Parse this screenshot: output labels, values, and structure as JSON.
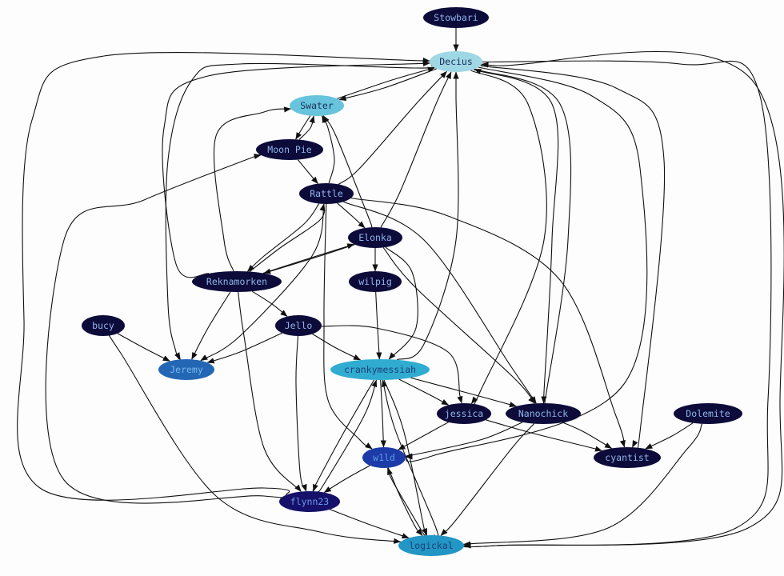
{
  "graph": {
    "nodes": [
      {
        "id": "stowbari",
        "label": "Stowbari",
        "fill": "#0d0b3a",
        "text": "#8fb6e8"
      },
      {
        "id": "decius",
        "label": "Decius",
        "fill": "#9fd7e4",
        "text": "#1a2f5a"
      },
      {
        "id": "swater",
        "label": "Swater",
        "fill": "#67c4dc",
        "text": "#1a2f5a"
      },
      {
        "id": "moonpie",
        "label": "Moon Pie",
        "fill": "#0d0b3a",
        "text": "#8fb6e8"
      },
      {
        "id": "rattle",
        "label": "Rattle",
        "fill": "#0d0b3a",
        "text": "#8fb6e8"
      },
      {
        "id": "elonka",
        "label": "Elonka",
        "fill": "#0d0b3a",
        "text": "#8fb6e8"
      },
      {
        "id": "reknamorken",
        "label": "Reknamorken",
        "fill": "#0d0b3a",
        "text": "#8fb6e8"
      },
      {
        "id": "wilpig",
        "label": "wilpig",
        "fill": "#0d0b3a",
        "text": "#8fb6e8"
      },
      {
        "id": "bucy",
        "label": "bucy",
        "fill": "#0d0b3a",
        "text": "#8fb6e8"
      },
      {
        "id": "jello",
        "label": "Jello",
        "fill": "#0d0b3a",
        "text": "#8fb6e8"
      },
      {
        "id": "jeremy",
        "label": "Jeremy",
        "fill": "#2266b4",
        "text": "#7ab8f0"
      },
      {
        "id": "crankymessiah",
        "label": "crankymessiah",
        "fill": "#30acd0",
        "text": "#1a3f7a"
      },
      {
        "id": "jessica",
        "label": "jessica",
        "fill": "#0d0b3a",
        "text": "#8fb6e8"
      },
      {
        "id": "nanochick",
        "label": "Nanochick",
        "fill": "#0d0b3a",
        "text": "#8fb6e8"
      },
      {
        "id": "dolemite",
        "label": "Dolemite",
        "fill": "#0d0b3a",
        "text": "#8fb6e8"
      },
      {
        "id": "wild",
        "label": "w1ld",
        "fill": "#1c3aa8",
        "text": "#5f9ae8"
      },
      {
        "id": "cyantist",
        "label": "cyantist",
        "fill": "#0d0b3a",
        "text": "#8fb6e8"
      },
      {
        "id": "flynn23",
        "label": "flynn23",
        "fill": "#15106a",
        "text": "#6f98e8"
      },
      {
        "id": "logickal",
        "label": "logickal",
        "fill": "#2296c4",
        "text": "#1a3f7a"
      }
    ],
    "edges": [
      {
        "from": "stowbari",
        "to": "decius"
      },
      {
        "from": "decius",
        "to": "swater"
      },
      {
        "from": "swater",
        "to": "decius"
      },
      {
        "from": "swater",
        "to": "moonpie"
      },
      {
        "from": "moonpie",
        "to": "swater"
      },
      {
        "from": "moonpie",
        "to": "rattle"
      },
      {
        "from": "rattle",
        "to": "swater"
      },
      {
        "from": "rattle",
        "to": "decius"
      },
      {
        "from": "rattle",
        "to": "elonka"
      },
      {
        "from": "rattle",
        "to": "reknamorken"
      },
      {
        "from": "reknamorken",
        "to": "rattle"
      },
      {
        "from": "rattle",
        "to": "jeremy"
      },
      {
        "from": "rattle",
        "to": "wild"
      },
      {
        "from": "rattle",
        "to": "nanochick"
      },
      {
        "from": "rattle",
        "to": "cyantist"
      },
      {
        "from": "elonka",
        "to": "swater"
      },
      {
        "from": "elonka",
        "to": "decius"
      },
      {
        "from": "elonka",
        "to": "reknamorken"
      },
      {
        "from": "reknamorken",
        "to": "elonka"
      },
      {
        "from": "elonka",
        "to": "wilpig"
      },
      {
        "from": "elonka",
        "to": "crankymessiah"
      },
      {
        "from": "elonka",
        "to": "nanochick"
      },
      {
        "from": "reknamorken",
        "to": "decius"
      },
      {
        "from": "reknamorken",
        "to": "swater"
      },
      {
        "from": "reknamorken",
        "to": "jeremy"
      },
      {
        "from": "reknamorken",
        "to": "jello"
      },
      {
        "from": "reknamorken",
        "to": "flynn23"
      },
      {
        "from": "wilpig",
        "to": "crankymessiah"
      },
      {
        "from": "bucy",
        "to": "jeremy"
      },
      {
        "from": "bucy",
        "to": "logickal"
      },
      {
        "from": "jello",
        "to": "jeremy"
      },
      {
        "from": "jello",
        "to": "crankymessiah"
      },
      {
        "from": "jello",
        "to": "jessica"
      },
      {
        "from": "jello",
        "to": "flynn23"
      },
      {
        "from": "crankymessiah",
        "to": "decius"
      },
      {
        "from": "crankymessiah",
        "to": "jessica"
      },
      {
        "from": "crankymessiah",
        "to": "nanochick"
      },
      {
        "from": "crankymessiah",
        "to": "wild"
      },
      {
        "from": "crankymessiah",
        "to": "flynn23"
      },
      {
        "from": "flynn23",
        "to": "crankymessiah"
      },
      {
        "from": "crankymessiah",
        "to": "logickal"
      },
      {
        "from": "logickal",
        "to": "crankymessiah"
      },
      {
        "from": "decius",
        "to": "jeremy"
      },
      {
        "from": "decius",
        "to": "jessica"
      },
      {
        "from": "decius",
        "to": "nanochick"
      },
      {
        "from": "nanochick",
        "to": "decius"
      },
      {
        "from": "decius",
        "to": "wild"
      },
      {
        "from": "decius",
        "to": "cyantist"
      },
      {
        "from": "decius",
        "to": "logickal"
      },
      {
        "from": "logickal",
        "to": "decius"
      },
      {
        "from": "flynn23",
        "to": "decius"
      },
      {
        "from": "flynn23",
        "to": "moonpie"
      },
      {
        "from": "jessica",
        "to": "wild"
      },
      {
        "from": "jessica",
        "to": "cyantist"
      },
      {
        "from": "nanochick",
        "to": "wild"
      },
      {
        "from": "nanochick",
        "to": "cyantist"
      },
      {
        "from": "nanochick",
        "to": "logickal"
      },
      {
        "from": "dolemite",
        "to": "cyantist"
      },
      {
        "from": "dolemite",
        "to": "logickal"
      },
      {
        "from": "wild",
        "to": "flynn23"
      },
      {
        "from": "wild",
        "to": "logickal"
      },
      {
        "from": "logickal",
        "to": "wild"
      },
      {
        "from": "flynn23",
        "to": "logickal"
      }
    ]
  }
}
